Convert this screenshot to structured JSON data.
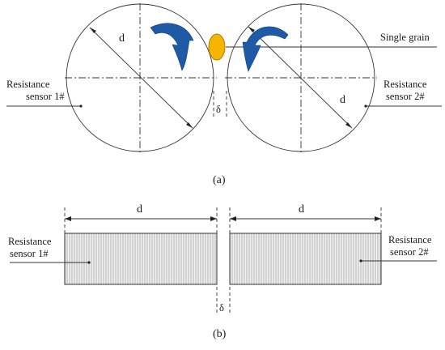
{
  "panel_a": {
    "caption": "(a)",
    "sensor_left_label": [
      "Resistance",
      "sensor 1#"
    ],
    "sensor_right_label": [
      "Resistance",
      "sensor 2#"
    ],
    "grain_label": "Single grain",
    "diameter_left": "d",
    "diameter_right": "d",
    "gap_label": "δ"
  },
  "panel_b": {
    "caption": "(b)",
    "sensor_left_label": [
      "Resistance",
      "sensor 1#"
    ],
    "sensor_right_label": [
      "Resistance",
      "sensor 2#"
    ],
    "width_left": "d",
    "width_right": "d",
    "gap_label": "δ"
  },
  "colors": {
    "grain_fill": "#f6b500",
    "grain_stroke": "#b07f00",
    "arrow_fill": "#1e5aa6",
    "sensor_fill": "#cfcfcf"
  }
}
